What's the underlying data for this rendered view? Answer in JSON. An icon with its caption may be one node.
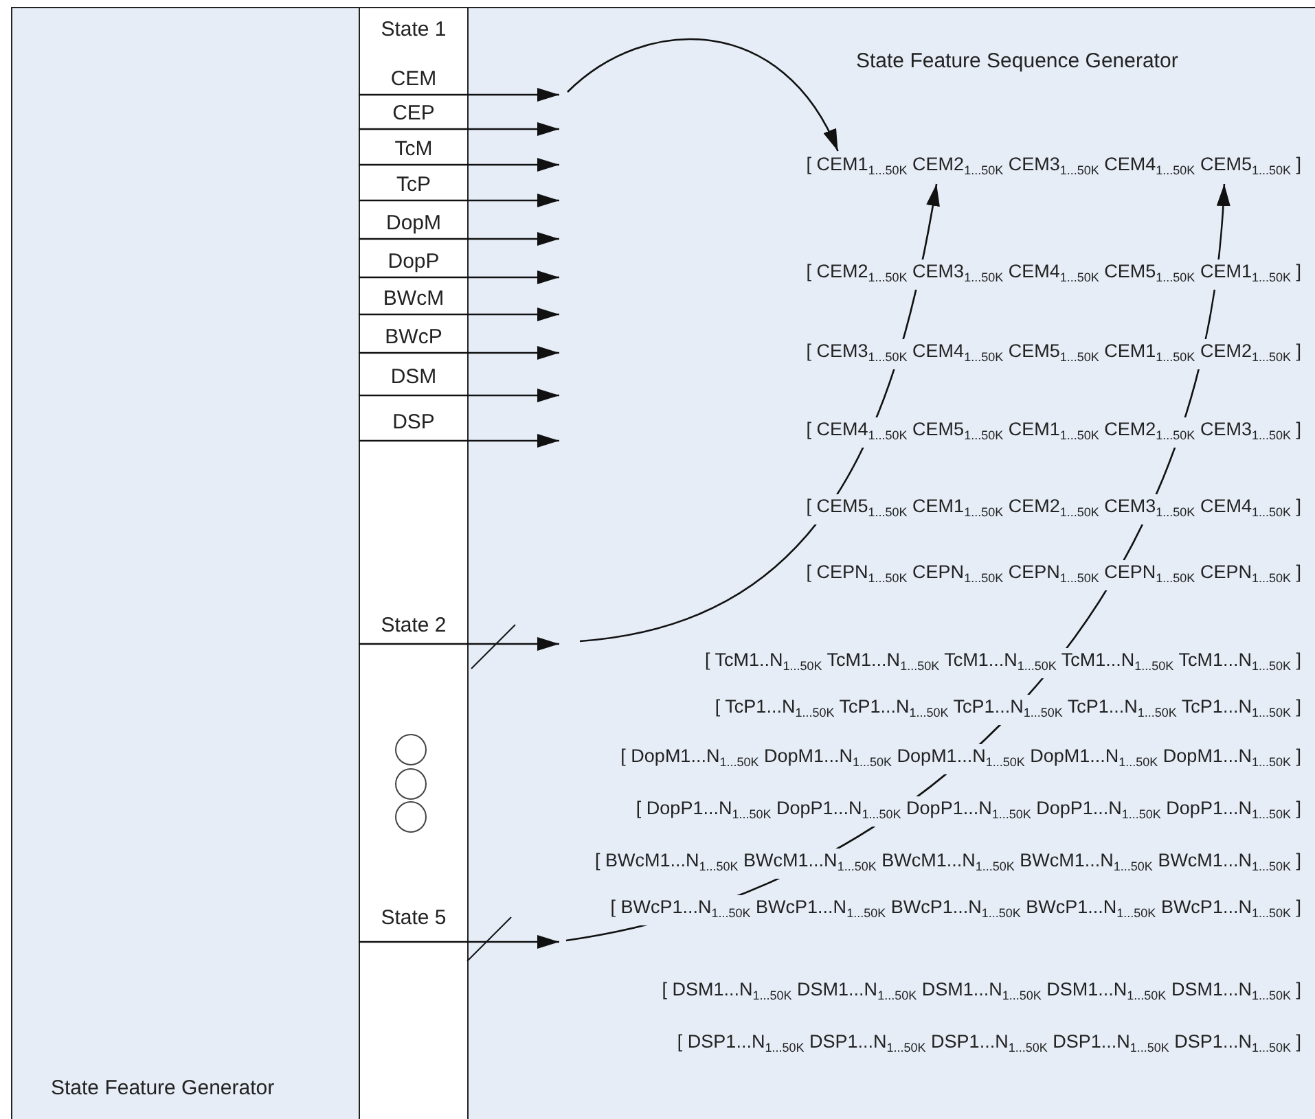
{
  "diagram": {
    "nodes": [
      {
        "text": [
          "State Feature Generator"
        ]
      },
      {
        "text": [
          "State 1"
        ],
        "in": 0
      },
      {
        "text": [
          "CEM"
        ],
        "in": 0
      },
      {
        "text": [
          "CEP"
        ],
        "in": 0
      },
      {
        "text": [
          "TcM"
        ],
        "in": 0
      },
      {
        "text": [
          "TcP"
        ],
        "in": 0
      },
      {
        "text": [
          "DopM"
        ],
        "in": 0
      },
      {
        "text": [
          "DopP"
        ],
        "in": 0
      },
      {
        "text": [
          "BWcM"
        ],
        "in": 0
      },
      {
        "text": [
          "BWcP"
        ],
        "in": 0
      },
      {
        "text": [
          "DSM"
        ],
        "in": 0
      },
      {
        "text": [
          "DSP"
        ],
        "in": 0
      },
      {
        "text": [
          "State 2"
        ],
        "in": 0
      },
      {
        "text": [
          "State 5"
        ],
        "in": 0
      },
      {
        "text": [
          "State Feature Sequence Generator"
        ]
      },
      {
        "text": [
          "[ CEM1$_{1...50K}$ CEM2$_{1...50K}$ CEM3$_{1...50K}$ CEM4$_{1...50K}$ CEM5$_{1...50K}$ ]"
        ],
        "in": 14
      },
      {
        "text": [
          "[ CEM2$_{1...50K}$ CEM3$_{1...50K}$ CEM4$_{1...50K}$ CEM5$_{1...50K}$ CEM1$_{1...50K}$ ]"
        ],
        "in": 14
      },
      {
        "text": [
          "[ CEM3$_{1...50K}$ CEM4$_{1...50K}$ CEM5$_{1...50K}$ CEM1$_{1...50K}$ CEM2$_{1...50K}$ ]"
        ],
        "in": 14
      },
      {
        "text": [
          "[ CEM4$_{1...50K}$ CEM5$_{1...50K}$ CEM1$_{1...50K}$ CEM2$_{1...50K}$ CEM3$_{1...50K}$ ]"
        ],
        "in": 14
      },
      {
        "text": [
          "[ CEM5$_{1...50K}$ CEM1$_{1...50K}$ CEM2$_{1...50K}$ CEM3$_{1...50K}$ CEM4$_{1...50K}$ ]"
        ],
        "in": 14
      },
      {
        "text": [
          "[ CEPN$_{1...50K}$ CEPN$_{1...50K}$ CEPN$_{1...50K}$ CEPN$_{1...50K}$ CEPN$_{1...50K}$ ]"
        ],
        "in": 14
      },
      {
        "text": [
          "[ TcM1..N$_{1...50K}$ TcM1...N$_{1...50K}$ TcM1...N$_{1...50K}$ TcM1...N$_{1...50K}$ TcM1...N$_{1...50K}$ ]"
        ],
        "in": 14
      },
      {
        "text": [
          "[ TcP1...N$_{1...50K}$ TcP1...N$_{1...50K}$ TcP1...N$_{1...50K}$ TcP1...N$_{1...50K}$ TcP1...N$_{1...50K}$ ]"
        ],
        "in": 14
      },
      {
        "text": [
          "[ DopM1...N$_{1...50K}$ DopM1...N$_{1...50K}$ DopM1...N$_{1...50K}$ DopM1...N$_{1...50K}$ DopM1...N$_{1...50K}$ ]"
        ],
        "in": 14
      },
      {
        "text": [
          "[ DopP1...N$_{1...50K}$ DopP1...N$_{1...50K}$ DopP1...N$_{1...50K}$ DopP1...N$_{1...50K}$ DopP1...N$_{1...50K}$ ]"
        ],
        "in": 14
      },
      {
        "text": [
          "[ BWcM1...N$_{1...50K}$ BWcM1...N$_{1...50K}$ BWcM1...N$_{1...50K}$ BWcM1...N$_{1...50K}$ BWcM1...N$_{1...50K}$ ]"
        ],
        "in": 14
      },
      {
        "text": [
          "[ BWcP1...N$_{1...50K}$ BWcP1...N$_{1...50K}$ BWcP1...N$_{1...50K}$ BWcP1...N$_{1...50K}$ BWcP1...N$_{1...50K}$ ]"
        ],
        "in": 14
      },
      {
        "text": [
          "[ DSM1...N$_{1...50K}$ DSM1...N$_{1...50K}$ DSM1...N$_{1...50K}$ DSM1...N$_{1...50K}$ DSM1...N$_{1...50K}$ ]"
        ],
        "in": 14
      },
      {
        "text": [
          "[ DSP1...N$_{1...50K}$ DSP1...N$_{1...50K}$ DSP1...N$_{1...50K}$ DSP1...N$_{1...50K}$ DSP1...N$_{1...50K}$ ]"
        ],
        "in": 14
      }
    ],
    "edges": [
      {
        "from": 2,
        "to": null,
        "arrow": "to"
      },
      {
        "from": 3,
        "to": null,
        "arrow": "to"
      },
      {
        "from": 4,
        "to": null,
        "arrow": "to"
      },
      {
        "from": 5,
        "to": null,
        "arrow": "to"
      },
      {
        "from": 6,
        "to": null,
        "arrow": "to"
      },
      {
        "from": 7,
        "to": null,
        "arrow": "to"
      },
      {
        "from": 8,
        "to": null,
        "arrow": "to"
      },
      {
        "from": 9,
        "to": null,
        "arrow": "to"
      },
      {
        "from": 10,
        "to": null,
        "arrow": "to"
      },
      {
        "from": 11,
        "to": null,
        "arrow": "to"
      },
      {
        "from": 12,
        "to": null,
        "arrow": "to"
      },
      {
        "from": 13,
        "to": null,
        "arrow": "to"
      },
      {
        "from": null,
        "to": 15,
        "arrow": "to"
      },
      {
        "from": null,
        "to": 15,
        "arrow": "to"
      },
      {
        "from": null,
        "to": 15,
        "arrow": "to"
      }
    ]
  }
}
